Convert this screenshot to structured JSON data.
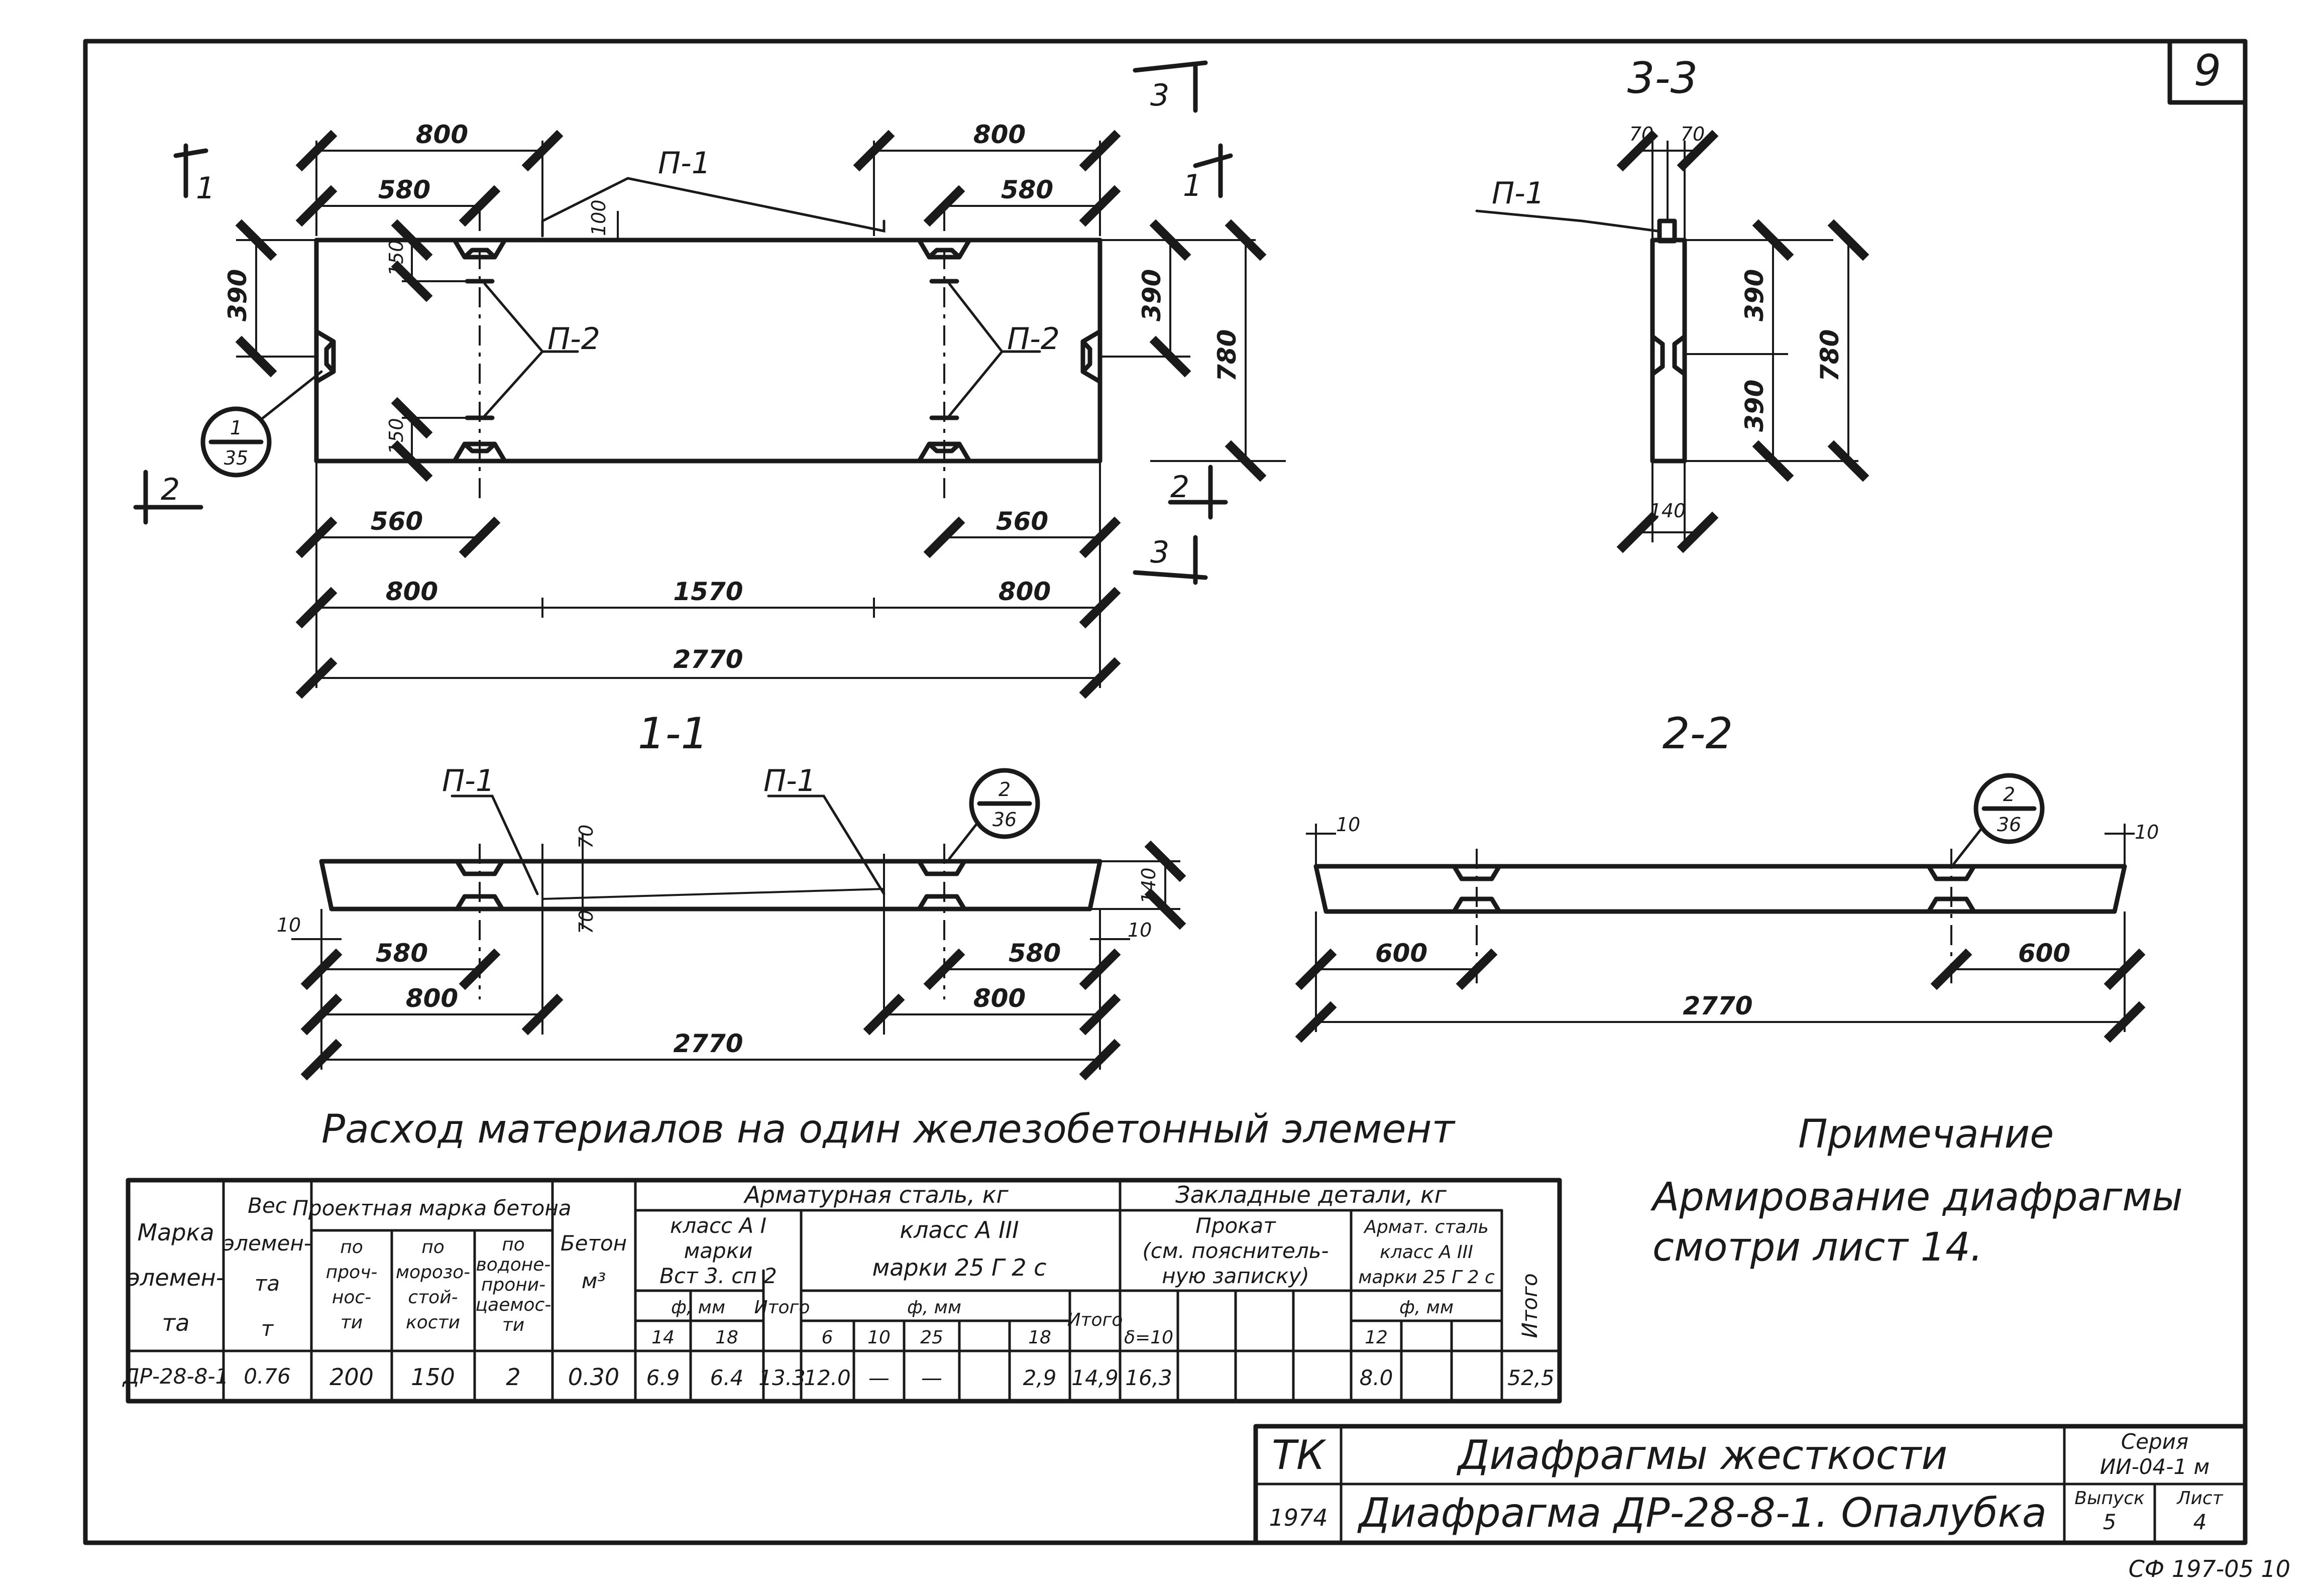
{
  "sheet_number": "9",
  "sections": {
    "s11": "1-1",
    "s22": "2-2",
    "s33": "3-3",
    "cut1": "1",
    "cut2": "2",
    "cut3": "3"
  },
  "parts": {
    "p1": "П-1",
    "p2": "П-2"
  },
  "callouts": {
    "plan": {
      "top": "1",
      "bottom": "35"
    },
    "sec11": {
      "top": "2",
      "bottom": "36"
    },
    "sec22": {
      "top": "2",
      "bottom": "36"
    }
  },
  "dims": {
    "plan": {
      "d800a": "800",
      "d580a": "580",
      "d100": "100",
      "d390a": "390",
      "d150a": "150",
      "d150b": "150",
      "d800b": "800",
      "d580b": "580",
      "d390b": "390",
      "d780": "780",
      "d560a": "560",
      "d560b": "560",
      "d800c": "800",
      "d1570": "1570",
      "d800d": "800",
      "d2770": "2770"
    },
    "s33": {
      "d70a": "70",
      "d70b": "70",
      "d390a": "390",
      "d390b": "390",
      "d780": "780",
      "d140": "140"
    },
    "s11": {
      "d10a": "10",
      "d70a": "70",
      "d70b": "70",
      "d140": "140",
      "d580a": "580",
      "d580b": "580",
      "d10b": "10",
      "d800a": "800",
      "d800b": "800",
      "d2770": "2770"
    },
    "s22": {
      "d10a": "10",
      "d10b": "10",
      "d600a": "600",
      "d600b": "600",
      "d2770": "2770"
    }
  },
  "materials_title": "Расход материалов на один железобетонный элемент",
  "note": {
    "heading": "Примечание",
    "line1": "Армирование диафрагмы",
    "line2": "смотри лист 14."
  },
  "table": {
    "h_mark": [
      "Марка",
      "элемен-",
      "та"
    ],
    "h_weight": [
      "Вес",
      "элемен-",
      "та",
      "т"
    ],
    "h_concrete_grade": "Проектная марка бетона",
    "h_strength": [
      "по",
      "проч-",
      "нос-",
      "ти"
    ],
    "h_frost": [
      "по",
      "морозо-",
      "стой-",
      "кости"
    ],
    "h_water": [
      "по",
      "водоне-",
      "прони-",
      "цаемос-",
      "ти"
    ],
    "h_concrete": [
      "Бетон",
      "м³"
    ],
    "h_rebar": "Арматурная сталь, кг",
    "h_classA1": [
      "класс А I",
      "марки",
      "Вст 3. сп 2"
    ],
    "h_classA3": [
      "класс А III",
      "марки 25 Г 2 с"
    ],
    "h_phi_mm": "ф, мм",
    "h_total": "Итого",
    "h_embedded": "Закладные детали, кг",
    "h_rolled": [
      "Прокат",
      "(см. пояснитель-",
      "ную записку)"
    ],
    "h_embed_rebar": [
      "Армат. сталь",
      "класс А III",
      "марки 25 Г 2 с"
    ],
    "diam_a1": [
      "14",
      "18"
    ],
    "diam_a3": [
      "6",
      "10",
      "25",
      "",
      "18"
    ],
    "h_thick": "δ=10",
    "diam_emb": [
      "12"
    ],
    "row": {
      "mark": "ДР-28-8-1",
      "weight": "0.76",
      "strength": "200",
      "frost": "150",
      "water": "2",
      "concrete": "0.30",
      "a1_14": "6.9",
      "a1_18": "6.4",
      "a1_total": "13.3",
      "a3_6": "12.0",
      "a3_10": "—",
      "a3_25": "—",
      "a3_18": "2,9",
      "a3_total": "14,9",
      "plate": "16,3",
      "emb_12": "8.0",
      "grand_total": "52,5"
    }
  },
  "title_block": {
    "org": "ТК",
    "year": "1974",
    "title1": "Диафрагмы жесткости",
    "title2": "Диафрагма ДР-28-8-1. Опалубка",
    "series_label": "Серия",
    "series_value": "ИИ-04-1 м",
    "issue_label": "Выпуск",
    "issue_value": "5",
    "sheet_label": "Лист",
    "sheet_value": "4"
  },
  "stamp": "СФ 197-05 10"
}
